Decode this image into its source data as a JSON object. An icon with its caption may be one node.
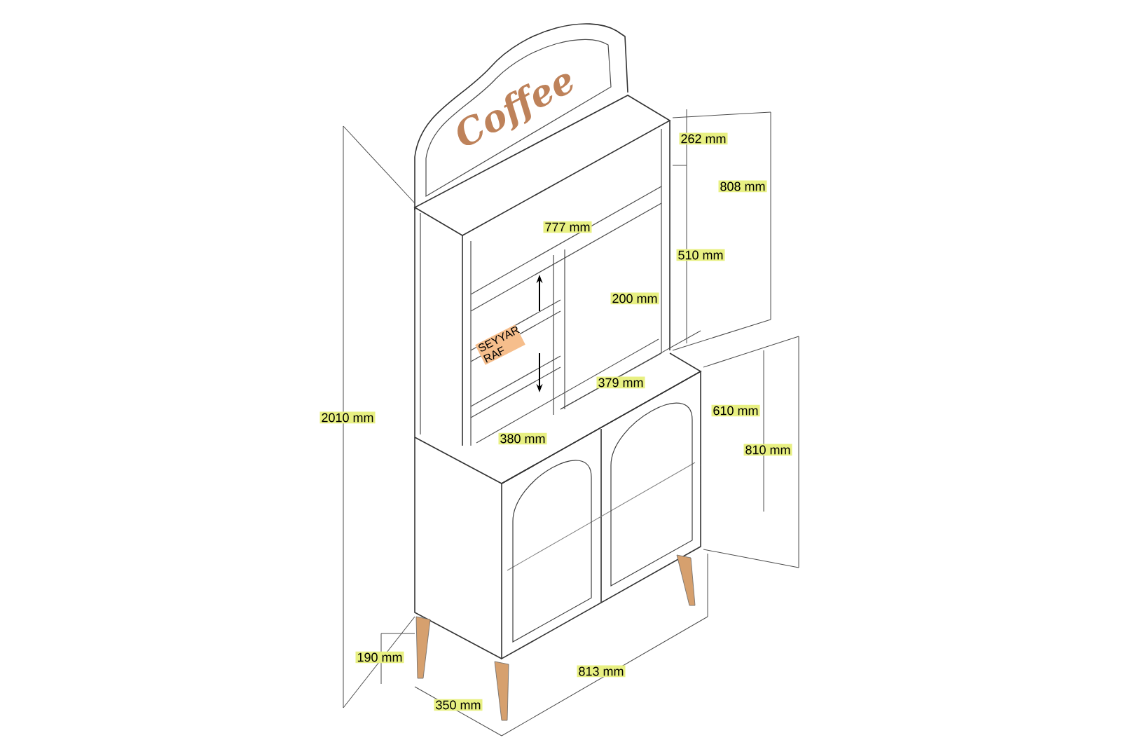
{
  "diagram": {
    "labels": [
      "Coffee",
      "262 mm",
      "808 mm",
      "777 mm",
      "510 mm",
      "200 mm",
      "SEYYAR RAF",
      "379 mm",
      "2010 mm",
      "610 mm",
      "380 mm",
      "810 mm",
      "190 mm",
      "813 mm",
      "350 mm"
    ]
  }
}
